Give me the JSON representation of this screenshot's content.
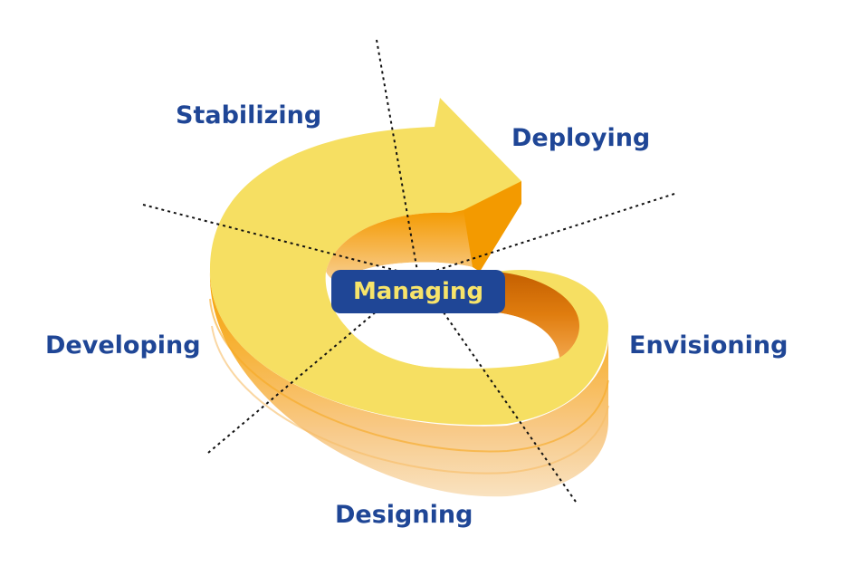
{
  "phases": {
    "stabilizing": "Stabilizing",
    "deploying": "Deploying",
    "developing": "Developing",
    "envisioning": "Envisioning",
    "designing": "Designing"
  },
  "center": "Managing",
  "colors": {
    "label_text": "#1f4696",
    "center_box": "#1f4696",
    "center_text": "#f7e46a",
    "arrow_top": "#f7e163",
    "arrow_side_dark": "#f5a100",
    "arrow_side_light": "#f7d9a6",
    "divider_lines": "#111111"
  }
}
